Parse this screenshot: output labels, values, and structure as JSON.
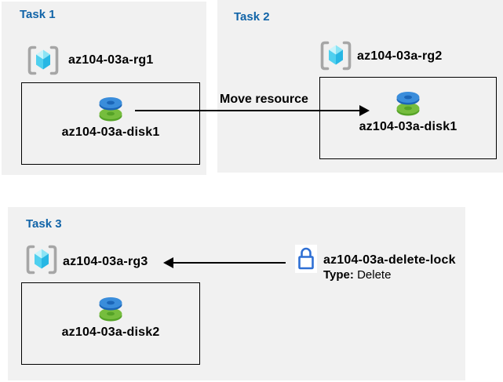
{
  "task1": {
    "title": "Task 1",
    "rg_label": "az104-03a-rg1",
    "disk_label": "az104-03a-disk1"
  },
  "task2": {
    "title": "Task 2",
    "rg_label": "az104-03a-rg2",
    "disk_label": "az104-03a-disk1"
  },
  "task3": {
    "title": "Task 3",
    "rg_label": "az104-03a-rg3",
    "disk_label": "az104-03a-disk2",
    "lock_name": "az104-03a-delete-lock",
    "lock_type_key": "Type:",
    "lock_type_value": " Delete"
  },
  "arrows": {
    "move_label": "Move resource"
  },
  "icons": {
    "resource_group": "resource-group-icon",
    "managed_disk": "managed-disk-icon",
    "lock": "lock-icon"
  },
  "colors": {
    "panel_bg": "#f1f1f1",
    "title_blue": "#1164a8",
    "disk_blue_top": "#3a8ddb",
    "disk_blue_side": "#1b66b8",
    "disk_green_top": "#76bd3d",
    "disk_green_side": "#55a327",
    "cube_light": "#c9f4fb",
    "cube_mid": "#8be4f5",
    "cube_left": "#4fd0ef",
    "cube_right": "#27b7e4",
    "bracket_gray": "#a6a6a6",
    "lock_blue": "#2e6fd4",
    "arrow_black": "#000000"
  }
}
